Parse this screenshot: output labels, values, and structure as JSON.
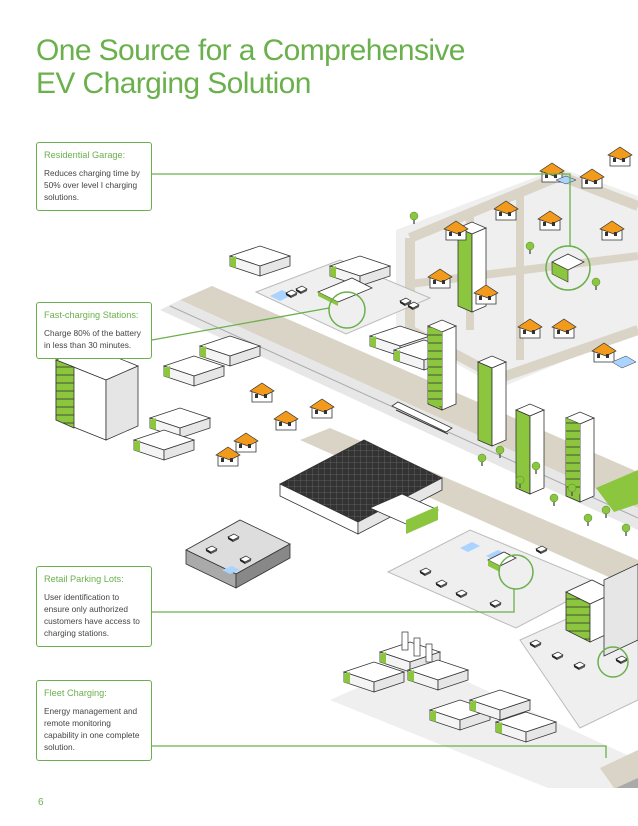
{
  "title": {
    "line1": "One Source for a Comprehensive",
    "line2": "EV Charging Solution"
  },
  "callouts": [
    {
      "title": "Residential Garage:",
      "body": "Reduces charging time by 50% over level I charging solutions."
    },
    {
      "title": "Fast-charging Stations:",
      "body": "Charge 80% of the battery in less than 30 minutes."
    },
    {
      "title": "Retail Parking Lots:",
      "body": "User identification to ensure only authorized customers have access to charging stations."
    },
    {
      "title": "Fleet Charging:",
      "body": "Energy management and remote monitoring capability in one complete solution."
    }
  ],
  "page_number": "6",
  "colors": {
    "accent": "#6ab04c",
    "road": "#d9d4c6",
    "ground": "#efefef"
  }
}
